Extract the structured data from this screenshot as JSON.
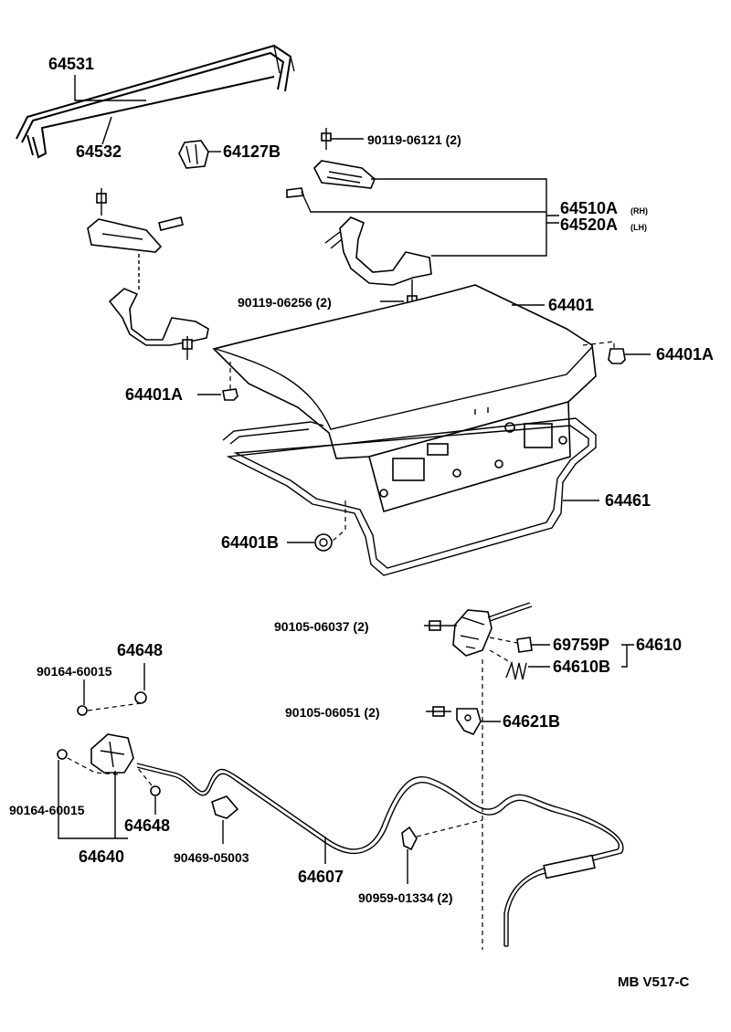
{
  "labels": {
    "p64531": "64531",
    "p64532": "64532",
    "p64127B": "64127B",
    "p90119_06121": "90119-06121 (2)",
    "p64510A": "64510A",
    "p64510A_side": "(RH)",
    "p64520A": "64520A",
    "p64520A_side": "(LH)",
    "p90119_06256": "90119-06256 (2)",
    "p64401": "64401",
    "p64401A_right": "64401A",
    "p64401A_left": "64401A",
    "p64461": "64461",
    "p64401B": "64401B",
    "p90105_06037": "90105-06037 (2)",
    "p69759P": "69759P",
    "p64610": "64610",
    "p64610B": "64610B",
    "p90105_06051": "90105-06051 (2)",
    "p64621B": "64621B",
    "p64648_top": "64648",
    "p90164_60015_top": "90164-60015",
    "p90164_60015_bottom": "90164-60015",
    "p64648_bottom": "64648",
    "p64640": "64640",
    "p90469_05003": "90469-05003",
    "p64607": "64607",
    "p90959_01334": "90959-01334 (2)",
    "diagram_code": "MB V517-C"
  }
}
